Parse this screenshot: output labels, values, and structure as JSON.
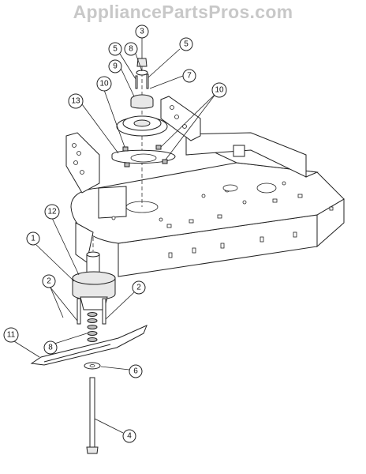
{
  "watermark": "AppliancePartsPros.com",
  "callouts": [
    {
      "id": "c3",
      "label": "3"
    },
    {
      "id": "c5a",
      "label": "5"
    },
    {
      "id": "c8a",
      "label": "8"
    },
    {
      "id": "c5b",
      "label": "5"
    },
    {
      "id": "c9",
      "label": "9"
    },
    {
      "id": "c7",
      "label": "7"
    },
    {
      "id": "c10a",
      "label": "10"
    },
    {
      "id": "c10b",
      "label": "10"
    },
    {
      "id": "c13",
      "label": "13"
    },
    {
      "id": "c12",
      "label": "12"
    },
    {
      "id": "c1",
      "label": "1"
    },
    {
      "id": "c2a",
      "label": "2"
    },
    {
      "id": "c2b",
      "label": "2"
    },
    {
      "id": "c8b",
      "label": "8"
    },
    {
      "id": "c11",
      "label": "11"
    },
    {
      "id": "c6",
      "label": "6"
    },
    {
      "id": "c4",
      "label": "4"
    }
  ]
}
